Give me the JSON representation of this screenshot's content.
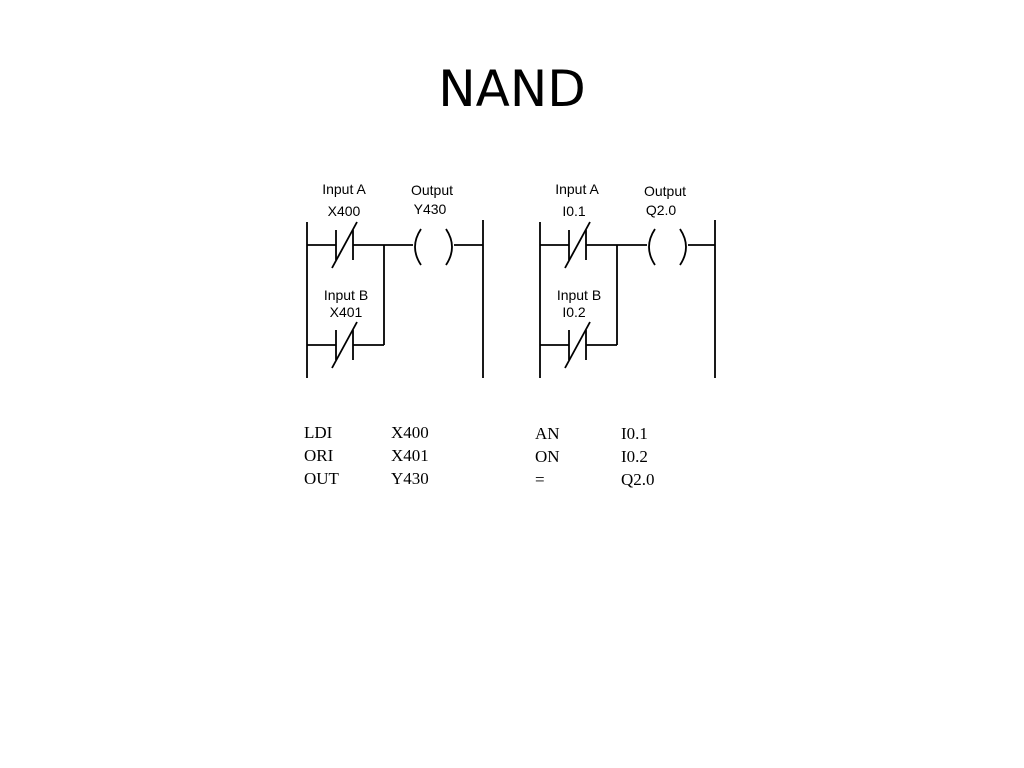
{
  "title": "NAND",
  "diagrams": [
    {
      "input_a_label": "Input A",
      "input_a_addr": "X400",
      "input_b_label": "Input B",
      "input_b_addr": "X401",
      "output_label": "Output",
      "output_addr": "Y430",
      "program": [
        {
          "op": "LDI",
          "arg": "X400"
        },
        {
          "op": "ORI",
          "arg": "X401"
        },
        {
          "op": "OUT",
          "arg": "Y430"
        }
      ]
    },
    {
      "input_a_label": "Input A",
      "input_a_addr": "I0.1",
      "input_b_label": "Input B",
      "input_b_addr": "I0.2",
      "output_label": "Output",
      "output_addr": "Q2.0",
      "program": [
        {
          "op": "AN",
          "arg": "I0.1"
        },
        {
          "op": "ON",
          "arg": "I0.2"
        },
        {
          "op": "=",
          "arg": "Q2.0"
        }
      ]
    }
  ]
}
